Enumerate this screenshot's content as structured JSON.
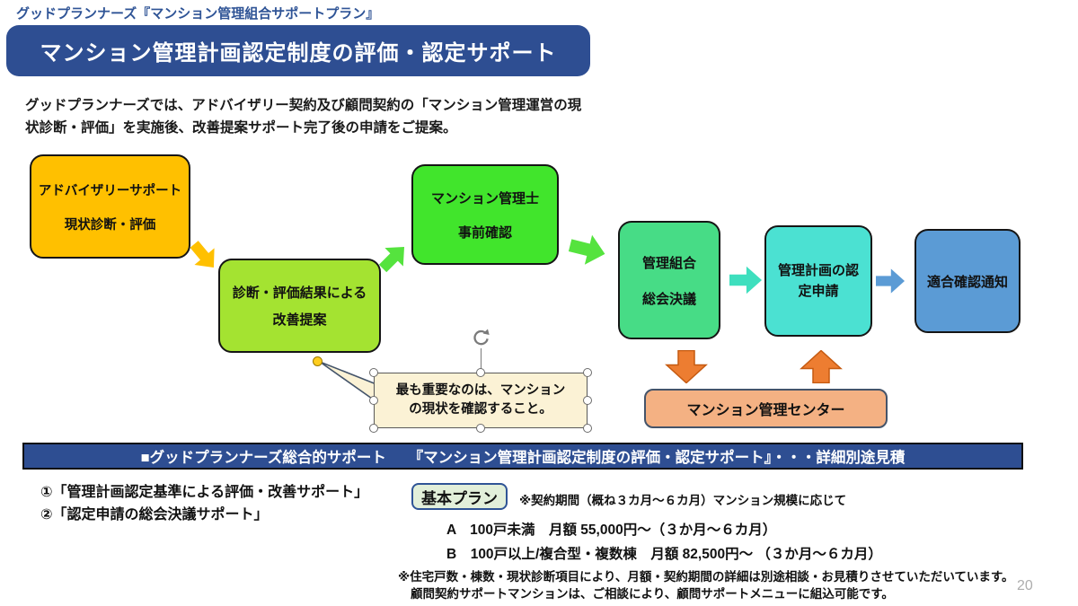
{
  "slide": {
    "top_label": "グッドプランナーズ『マンション管理組合サポートプラン』",
    "title": "マンション管理計画認定制度の評価・認定サポート",
    "intro_line1": "グッドプランナーズでは、アドバイザリー契約及び顧問契約の「マンション管理運営の現",
    "intro_line2": "状診断・評価」を実施後、改善提案サポート完了後の申請をご提案。",
    "page_number": "20"
  },
  "flow": {
    "advisory_box": {
      "line1": "アドバイザリーサポート",
      "line2": "現状診断・評価"
    },
    "proposal_box": {
      "line1": "診断・評価結果による",
      "line2": "改善提案"
    },
    "manager_box": {
      "line1": "マンション管理士",
      "line2": "事前確認"
    },
    "assembly_box": {
      "line1": "管理組合",
      "line2": "総会決議"
    },
    "application_box": {
      "line1": "管理計画の認",
      "line2": "定申請"
    },
    "notice_box": {
      "label": "適合確認通知"
    },
    "center_box": {
      "label": "マンション管理センター"
    },
    "callout": {
      "line1": "最も重要なのは、マンション",
      "line2": "の現状を確認すること。"
    }
  },
  "band": {
    "label": "■グッドプランナーズ総合的サポート　　『マンション管理計画認定制度の評価・認定サポート』・・・詳細別途見積"
  },
  "footer": {
    "items": [
      "①「管理計画認定基準による評価・改善サポート」",
      "②「認定申請の総会決議サポート」"
    ],
    "plan_label": "基本プラン",
    "plan_note": "※契約期間（概ね３カ月～６カ月）マンション規模に応じて",
    "plan_a": "A　100戸未満　月額 55,000円～（３か月～６カ月）",
    "plan_b": "B　100戸以上/複合型・複数棟　月額 82,500円～ （３か月～６カ月）",
    "notes": [
      "※住宅戸数・棟数・現状診断項目により、月額・契約期間の詳細は別途相談・お見積りさせていただいています。",
      "顧問契約サポートマンションは、ご相談により、顧問サポートメニューに組込可能です。"
    ]
  },
  "colors": {
    "navy_banner": "#2E4E92",
    "top_label_blue": "#2F5496",
    "box_orange": "#FFC000",
    "box_yellow_green": "#A4E331",
    "box_green": "#41E52C",
    "box_spring_green": "#47DC86",
    "box_turquoise": "#4BE1D2",
    "box_blue": "#5B9BD5",
    "arrow_green": "#55E33E",
    "arrow_cyan": "#3EDFBE",
    "arrow_orange": "#ED7D31",
    "center_box_fill": "#F4B183",
    "callout_fill": "#FBF2D5",
    "plan_chip_fill": "#E2EFDA",
    "page_number_gray": "#ADADAD"
  }
}
